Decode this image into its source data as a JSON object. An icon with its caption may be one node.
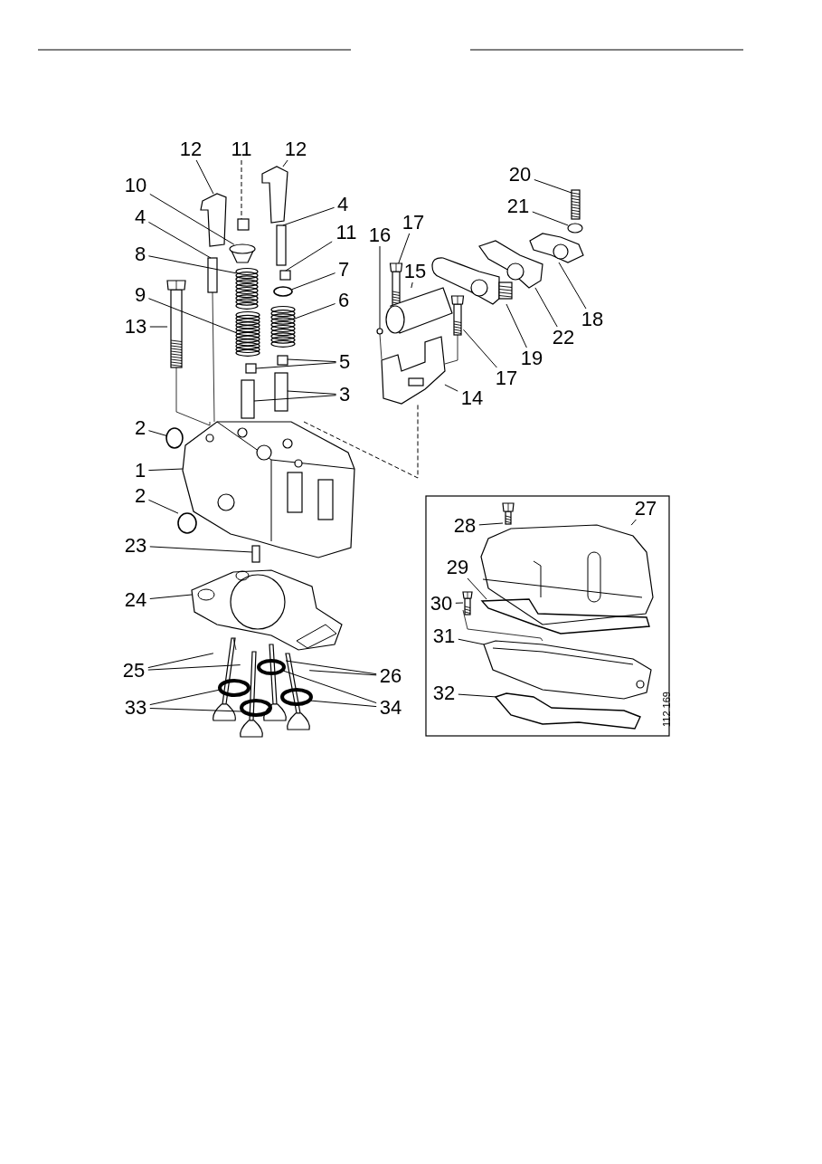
{
  "diagram": {
    "nodes": [
      {
        "text": [
          "12"
        ]
      },
      {
        "text": [
          "11"
        ]
      },
      {
        "text": [
          "12"
        ]
      },
      {
        "text": [
          "10"
        ]
      },
      {
        "text": [
          "4"
        ]
      },
      {
        "text": [
          "4"
        ]
      },
      {
        "text": [
          "8"
        ]
      },
      {
        "text": [
          "11"
        ]
      },
      {
        "text": [
          "7"
        ]
      },
      {
        "text": [
          "9"
        ]
      },
      {
        "text": [
          "6"
        ]
      },
      {
        "text": [
          "13"
        ]
      },
      {
        "text": [
          "5"
        ]
      },
      {
        "text": [
          "3"
        ]
      },
      {
        "text": [
          "2"
        ]
      },
      {
        "text": [
          "1"
        ]
      },
      {
        "text": [
          "2"
        ]
      },
      {
        "text": [
          "23"
        ]
      },
      {
        "text": [
          "24"
        ]
      },
      {
        "text": [
          "25"
        ]
      },
      {
        "text": [
          "26"
        ]
      },
      {
        "text": [
          "33"
        ]
      },
      {
        "text": [
          "34"
        ]
      },
      {
        "text": [
          "20"
        ]
      },
      {
        "text": [
          "21"
        ]
      },
      {
        "text": [
          "16"
        ]
      },
      {
        "text": [
          "17"
        ]
      },
      {
        "text": [
          "15"
        ]
      },
      {
        "text": [
          "14"
        ]
      },
      {
        "text": [
          "17"
        ]
      },
      {
        "text": [
          "19"
        ]
      },
      {
        "text": [
          "22"
        ]
      },
      {
        "text": [
          "18"
        ]
      },
      {
        "text": [
          "28"
        ]
      },
      {
        "text": [
          "27"
        ]
      },
      {
        "text": [
          "29"
        ]
      },
      {
        "text": [
          "30"
        ]
      },
      {
        "text": [
          "31"
        ]
      },
      {
        "text": [
          "32"
        ]
      },
      {
        "text": [],
        "shape": "picture"
      },
      {
        "text": [],
        "shape": "box"
      },
      {
        "text": [],
        "shape": "picture"
      },
      {
        "text": [],
        "shape": "picture"
      },
      {
        "text": [],
        "shape": "box"
      },
      {
        "text": [],
        "shape": "box"
      },
      {
        "text": [],
        "shape": "picture"
      },
      {
        "text": [],
        "shape": "box"
      },
      {
        "text": [],
        "shape": "circle"
      },
      {
        "text": [],
        "shape": "picture"
      },
      {
        "text": [],
        "shape": "picture"
      },
      {
        "text": [],
        "shape": "picture"
      },
      {
        "text": [],
        "shape": "box"
      },
      {
        "text": [],
        "shape": "box"
      },
      {
        "text": [],
        "shape": "box"
      },
      {
        "text": [],
        "shape": "box"
      },
      {
        "text": [],
        "shape": "circle"
      },
      {
        "text": [],
        "shape": "picture"
      },
      {
        "text": [],
        "shape": "circle"
      },
      {
        "text": [],
        "shape": "box"
      },
      {
        "text": [],
        "shape": "picture"
      },
      {
        "text": [],
        "shape": "picture"
      },
      {
        "text": [],
        "shape": "picture"
      },
      {
        "text": [],
        "shape": "picture"
      },
      {
        "text": [],
        "shape": "picture"
      },
      {
        "text": [],
        "shape": "circle"
      },
      {
        "text": [],
        "shape": "circle"
      },
      {
        "text": [],
        "shape": "circle"
      },
      {
        "text": [],
        "shape": "circle"
      },
      {
        "text": [],
        "shape": "picture"
      },
      {
        "text": [],
        "shape": "circle"
      },
      {
        "text": [],
        "shape": "circle"
      },
      {
        "text": [],
        "shape": "picture"
      },
      {
        "text": [],
        "shape": "picture"
      },
      {
        "text": [],
        "shape": "picture"
      },
      {
        "text": [],
        "shape": "picture"
      },
      {
        "text": [],
        "shape": "picture"
      },
      {
        "text": [],
        "shape": "picture"
      },
      {
        "text": [],
        "shape": "picture"
      },
      {
        "text": [],
        "shape": "picture"
      },
      {
        "text": [],
        "shape": "picture"
      },
      {
        "text": [],
        "shape": "picture"
      },
      {
        "text": [],
        "shape": "picture"
      },
      {
        "text": [],
        "shape": "picture"
      },
      {
        "text": [],
        "shape": "picture"
      }
    ],
    "edges": [
      {
        "from": 0,
        "to": 39,
        "arrow": "none"
      },
      {
        "from": 1,
        "to": 40,
        "arrow": "none",
        "style": "dashed"
      },
      {
        "from": 2,
        "to": 41,
        "arrow": "none"
      },
      {
        "from": 3,
        "to": 42,
        "arrow": "none"
      },
      {
        "from": 4,
        "to": 43,
        "arrow": "none"
      },
      {
        "from": 5,
        "to": 44,
        "arrow": "none"
      },
      {
        "from": 6,
        "to": 45,
        "arrow": "none"
      },
      {
        "from": 7,
        "to": 46,
        "arrow": "none"
      },
      {
        "from": 8,
        "to": 47,
        "arrow": "none"
      },
      {
        "from": 9,
        "to": 48,
        "arrow": "none"
      },
      {
        "from": 10,
        "to": 49,
        "arrow": "none"
      },
      {
        "from": 11,
        "to": 50,
        "arrow": "none"
      },
      {
        "from": 12,
        "to": 51,
        "arrow": "none"
      },
      {
        "from": 12,
        "to": 52,
        "arrow": "none"
      },
      {
        "from": 13,
        "to": 53,
        "arrow": "none"
      },
      {
        "from": 13,
        "to": 54,
        "arrow": "none"
      },
      {
        "from": 14,
        "to": 55,
        "arrow": "none"
      },
      {
        "from": 15,
        "to": 56,
        "arrow": "none"
      },
      {
        "from": 16,
        "to": 57,
        "arrow": "none"
      },
      {
        "from": 17,
        "to": 58,
        "arrow": "none"
      },
      {
        "from": 18,
        "to": 59,
        "arrow": "none"
      },
      {
        "from": 19,
        "to": 60,
        "arrow": "none"
      },
      {
        "from": 19,
        "to": 61,
        "arrow": "none"
      },
      {
        "from": 20,
        "to": 62,
        "arrow": "none"
      },
      {
        "from": 20,
        "to": 63,
        "arrow": "none"
      },
      {
        "from": 21,
        "to": 64,
        "arrow": "none"
      },
      {
        "from": 21,
        "to": 65,
        "arrow": "none"
      },
      {
        "from": 22,
        "to": 66,
        "arrow": "none"
      },
      {
        "from": 22,
        "to": 67,
        "arrow": "none"
      },
      {
        "from": 23,
        "to": 68,
        "arrow": "none"
      },
      {
        "from": 24,
        "to": 69,
        "arrow": "none"
      },
      {
        "from": 25,
        "to": 70,
        "arrow": "none"
      },
      {
        "from": 26,
        "to": 71,
        "arrow": "none"
      },
      {
        "from": 27,
        "to": 72,
        "arrow": "none"
      },
      {
        "from": 28,
        "to": 73,
        "arrow": "none"
      },
      {
        "from": 29,
        "to": 74,
        "arrow": "none"
      },
      {
        "from": 30,
        "to": 75,
        "arrow": "none"
      },
      {
        "from": 31,
        "to": 76,
        "arrow": "none"
      },
      {
        "from": 32,
        "to": 77,
        "arrow": "none"
      },
      {
        "from": 33,
        "to": 78,
        "arrow": "none"
      },
      {
        "from": 34,
        "to": 79,
        "arrow": "none"
      },
      {
        "from": 35,
        "to": 80,
        "arrow": "none"
      },
      {
        "from": 36,
        "to": 81,
        "arrow": "none"
      },
      {
        "from": 37,
        "to": 82,
        "arrow": "none"
      },
      {
        "from": 38,
        "to": 83,
        "arrow": "none"
      },
      {
        "from": 50,
        "to": 56,
        "arrow": "none"
      },
      {
        "from": 43,
        "to": 56,
        "arrow": "none"
      },
      {
        "from": 56,
        "to": 73,
        "arrow": "none",
        "style": "dashed"
      },
      {
        "from": 70,
        "to": 73,
        "arrow": "none"
      },
      {
        "from": 74,
        "to": 73,
        "arrow": "none"
      },
      {
        "from": 81,
        "to": 82,
        "arrow": "none"
      },
      {
        "from": 59,
        "to": 60,
        "arrow": "none"
      }
    ],
    "labels": [
      "112 169"
    ]
  }
}
